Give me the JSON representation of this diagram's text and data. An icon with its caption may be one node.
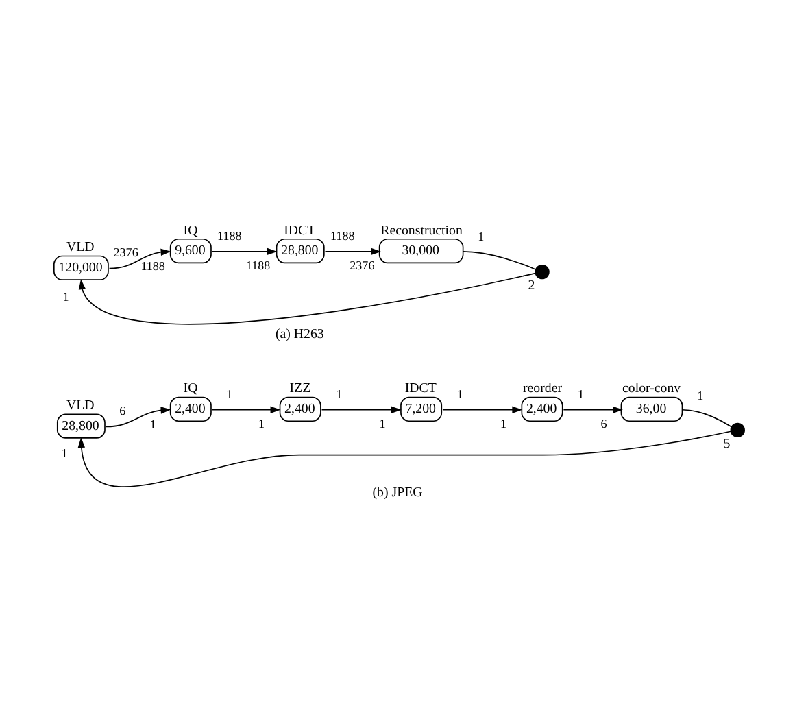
{
  "diagram": {
    "nodes": [
      {
        "text": [
          "VLD",
          "120,000"
        ]
      },
      {
        "text": [
          "IQ",
          "9,600"
        ]
      },
      {
        "text": [
          "IDCT",
          "28,800"
        ]
      },
      {
        "text": [
          "Reconstruction",
          "30,000"
        ]
      },
      {
        "text": [],
        "shape": "circle",
        "beside": [
          "2"
        ]
      },
      {
        "text": [
          "VLD",
          "28,800"
        ]
      },
      {
        "text": [
          "IQ",
          "2,400"
        ]
      },
      {
        "text": [
          "IZZ",
          "2,400"
        ]
      },
      {
        "text": [
          "IDCT",
          "7,200"
        ]
      },
      {
        "text": [
          "reorder",
          "2,400"
        ]
      },
      {
        "text": [
          "color-conv",
          "36,00"
        ]
      },
      {
        "text": [],
        "shape": "circle",
        "beside": [
          "5"
        ]
      }
    ],
    "edges": [
      {
        "from": 0,
        "to": 1,
        "arrow": "to"
      },
      {
        "from": 1,
        "to": 2,
        "arrow": "to"
      },
      {
        "from": 2,
        "to": 3,
        "arrow": "to"
      },
      {
        "from": 3,
        "to": 4,
        "arrow": "none"
      },
      {
        "from": 4,
        "to": 0,
        "arrow": "to"
      },
      {
        "from": 5,
        "to": 6,
        "arrow": "to"
      },
      {
        "from": 6,
        "to": 7,
        "arrow": "to"
      },
      {
        "from": 7,
        "to": 8,
        "arrow": "to"
      },
      {
        "from": 8,
        "to": 9,
        "arrow": "to"
      },
      {
        "from": 9,
        "to": 10,
        "arrow": "to"
      },
      {
        "from": 10,
        "to": 11,
        "arrow": "none"
      },
      {
        "from": 11,
        "to": 5,
        "arrow": "to"
      }
    ],
    "labels": [
      "2376",
      "1188",
      "1188",
      "1188",
      "1188",
      "2376",
      "1",
      "1",
      "(a) H263",
      "6",
      "1",
      "1",
      "1",
      "1",
      "1",
      "1",
      "1",
      "1",
      "6",
      "1",
      "1",
      "(b) JPEG"
    ]
  }
}
